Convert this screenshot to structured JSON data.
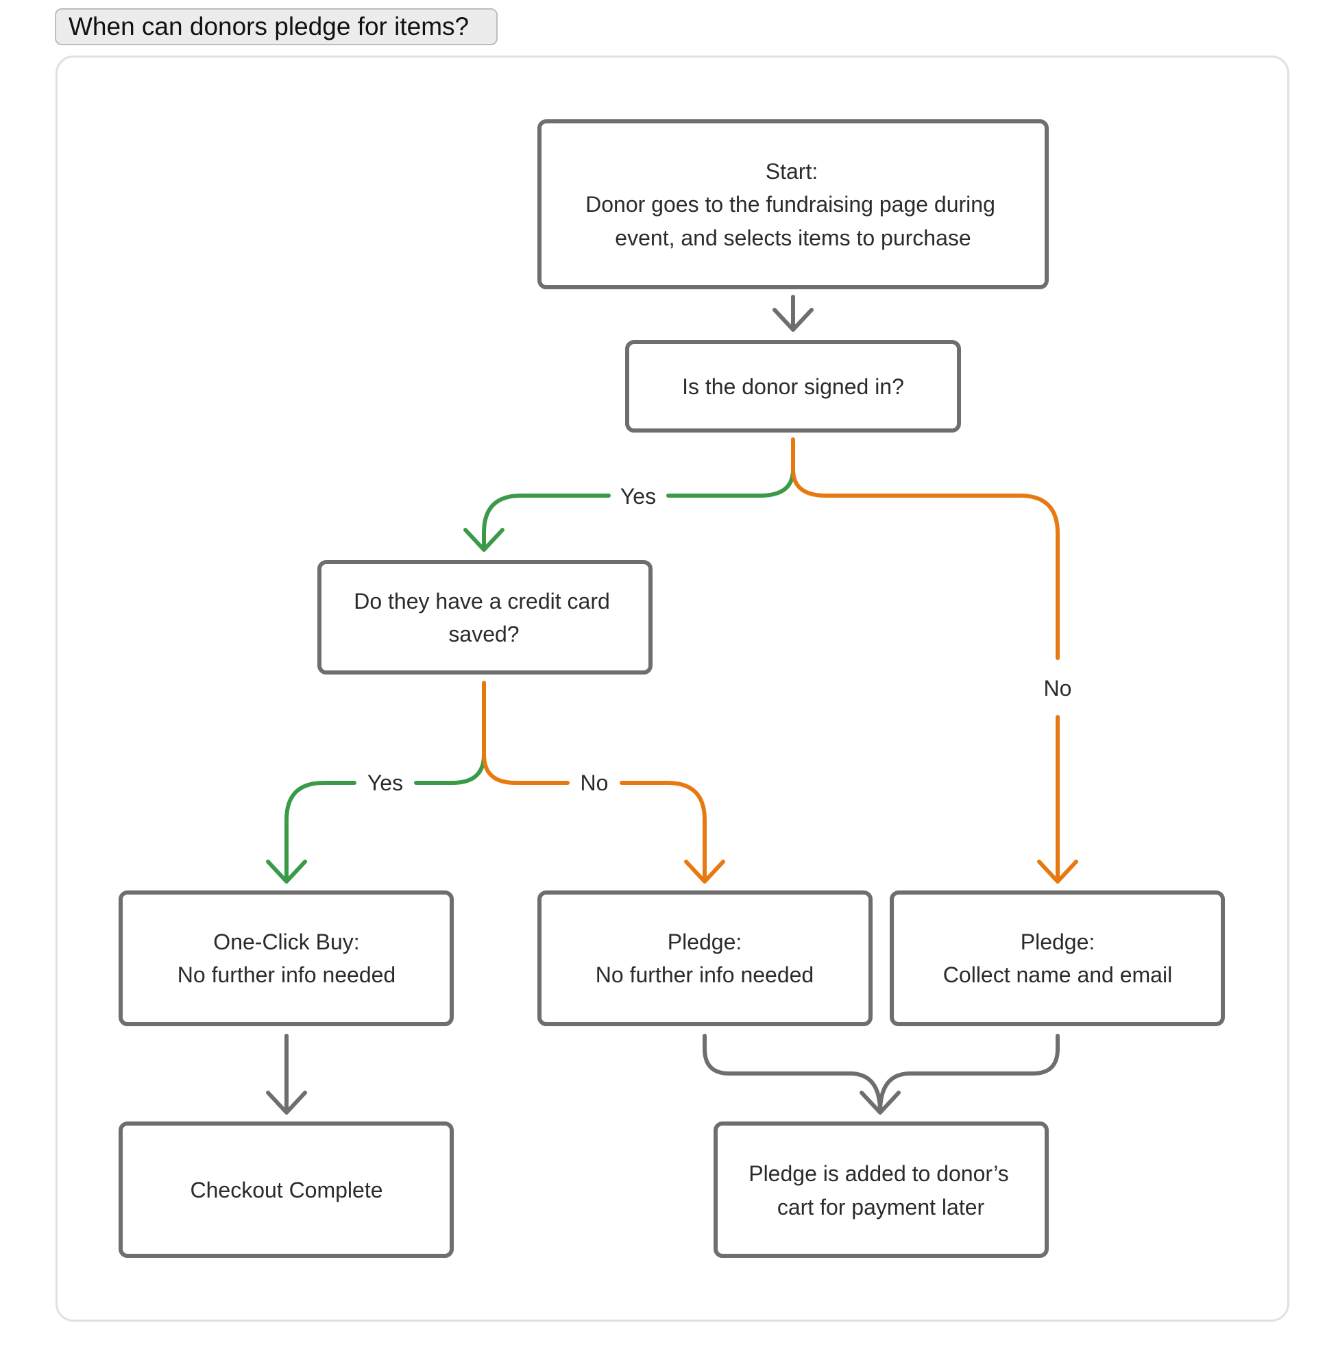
{
  "title": "When can donors pledge for items?",
  "nodes": {
    "start": {
      "lines": [
        "Start:",
        "Donor goes to the fundraising page during",
        "event, and selects items to purchase"
      ]
    },
    "signed_in": {
      "lines": [
        "Is the donor signed in?"
      ]
    },
    "credit_card": {
      "lines": [
        "Do they have a credit card",
        "saved?"
      ]
    },
    "one_click": {
      "lines": [
        "One-Click Buy:",
        "No further info needed"
      ]
    },
    "pledge_no_info": {
      "lines": [
        "Pledge:",
        "No further info needed"
      ]
    },
    "pledge_collect": {
      "lines": [
        "Pledge:",
        "Collect name and email"
      ]
    },
    "checkout": {
      "lines": [
        "Checkout Complete"
      ]
    },
    "pledge_cart": {
      "lines": [
        "Pledge is added to donor’s",
        "cart for payment later"
      ]
    }
  },
  "edge_labels": {
    "signed_yes": "Yes",
    "signed_no": "No",
    "card_yes": "Yes",
    "card_no": "No"
  },
  "colors": {
    "box_stroke": "#6e6e6e",
    "yes": "#3a9a47",
    "no": "#e67a10",
    "text": "#2b2b2b"
  }
}
